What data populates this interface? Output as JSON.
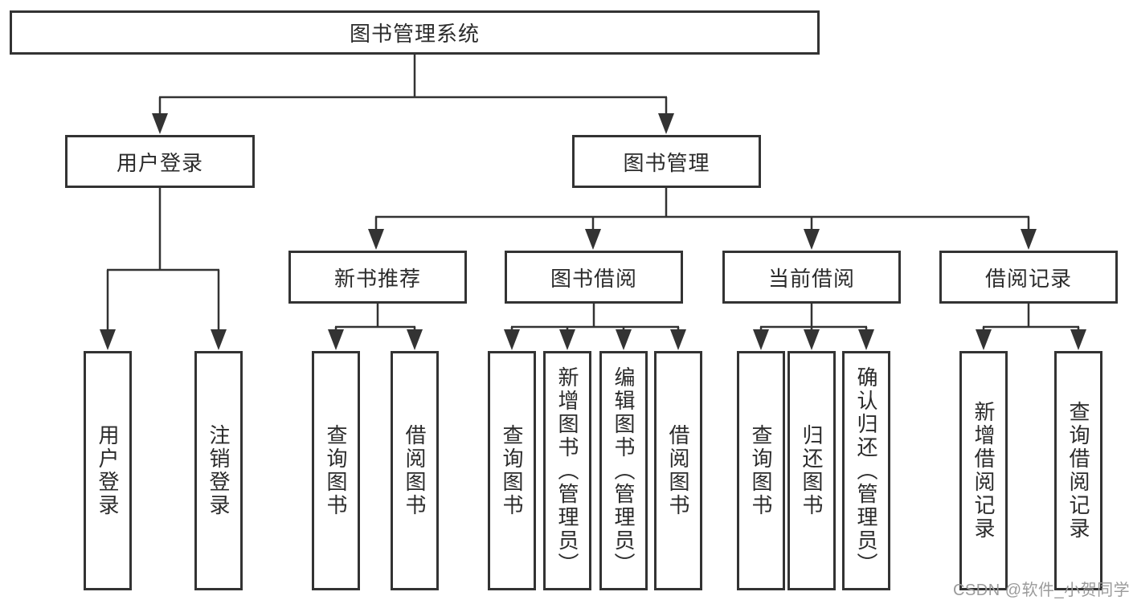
{
  "colors": {
    "line": "#333333",
    "text": "#2b2b2b",
    "box_background": "#ffffff",
    "watermark": "#9b9b9b"
  },
  "watermark": {
    "text": "CSDN @软件_小贺同学"
  },
  "tree": {
    "root": {
      "label": "图书管理系统"
    },
    "branches": [
      {
        "label": "用户登录",
        "children": [
          {
            "label": "用户登录"
          },
          {
            "label": "注销登录"
          }
        ]
      },
      {
        "label": "图书管理",
        "children": [
          {
            "label": "新书推荐",
            "children": [
              {
                "label": "查询图书"
              },
              {
                "label": "借阅图书"
              }
            ]
          },
          {
            "label": "图书借阅",
            "children": [
              {
                "label": "查询图书"
              },
              {
                "label": "新增图书（管理员）"
              },
              {
                "label": "编辑图书（管理员）"
              },
              {
                "label": "借阅图书"
              }
            ]
          },
          {
            "label": "当前借阅",
            "children": [
              {
                "label": "查询图书"
              },
              {
                "label": "归还图书"
              },
              {
                "label": "确认归还（管理员）"
              }
            ]
          },
          {
            "label": "借阅记录",
            "children": [
              {
                "label": "新增借阅记录"
              },
              {
                "label": "查询借阅记录"
              }
            ]
          }
        ]
      }
    ]
  }
}
